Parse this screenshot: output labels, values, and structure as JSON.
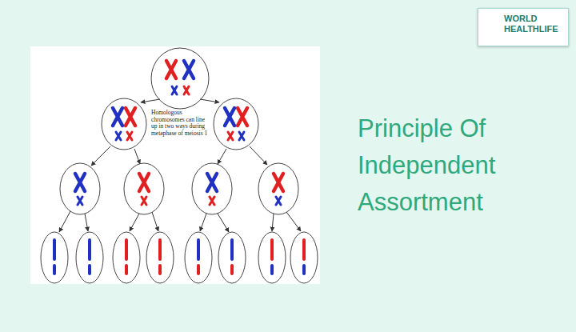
{
  "diagram": {
    "title": "Principle Of Independent Assortment",
    "nodes": [
      {
        "text": [
          "WORLD HEALTHLIFE"
        ]
      }
    ],
    "labels": [
      "Homologous chromosomes can line up in two ways during metaphase of meiosis 1"
    ]
  }
}
